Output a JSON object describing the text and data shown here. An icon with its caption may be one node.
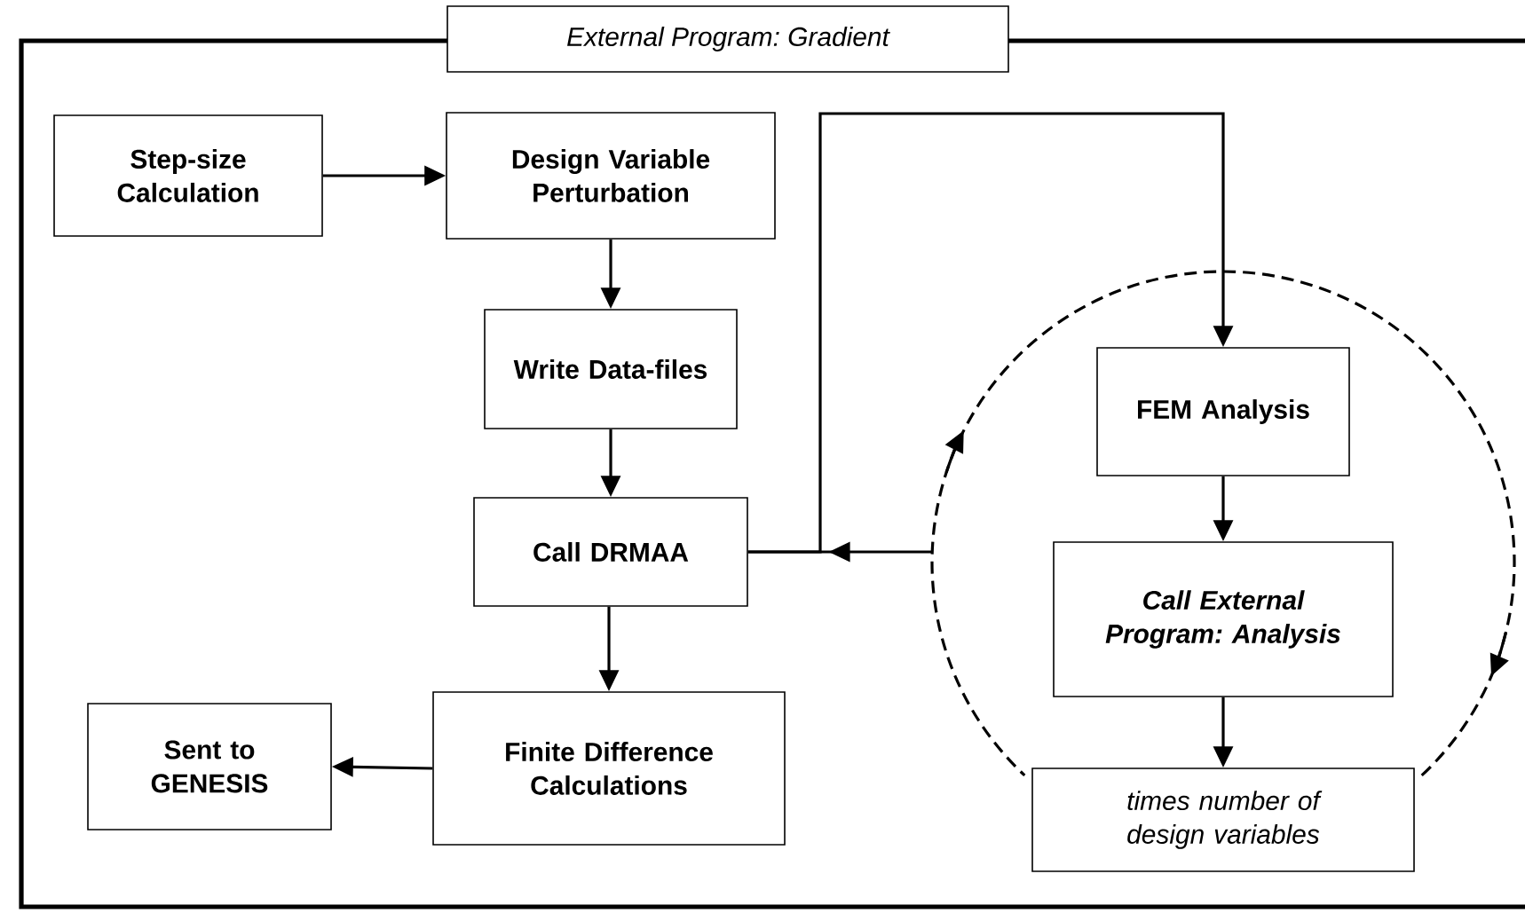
{
  "diagram": {
    "nodes": [
      {
        "text": [
          "External Program: Gradient"
        ]
      },
      {
        "text": [
          "Step-size Calculation"
        ],
        "in": 0
      },
      {
        "text": [
          "Design Variable Perturbation"
        ],
        "in": 0
      },
      {
        "text": [
          "Write Data-files"
        ],
        "in": 0
      },
      {
        "text": [
          "Call DRMAA"
        ],
        "in": 0
      },
      {
        "text": [
          "Finite Difference Calculations"
        ],
        "in": 0
      },
      {
        "text": [
          "Sent to GENESIS"
        ],
        "in": 0
      },
      {
        "text": [],
        "shape": "circle",
        "in": 0
      },
      {
        "text": [
          "FEM Analysis"
        ],
        "in": 7
      },
      {
        "text": [
          "Call External Program: Analysis"
        ],
        "in": 7
      },
      {
        "text": [
          "times number of design variables"
        ],
        "in": 0
      }
    ],
    "edges": [
      {
        "from": 1,
        "to": 2,
        "arrow": "to"
      },
      {
        "from": 2,
        "to": 3,
        "arrow": "to"
      },
      {
        "from": 3,
        "to": 4,
        "arrow": "to"
      },
      {
        "from": 4,
        "to": 5,
        "arrow": "to"
      },
      {
        "from": 5,
        "to": 6,
        "arrow": "to"
      },
      {
        "from": 4,
        "to": 8,
        "arrow": "to"
      },
      {
        "from": 7,
        "to": 4,
        "arrow": "to"
      },
      {
        "from": 8,
        "to": 9,
        "arrow": "to"
      },
      {
        "from": 9,
        "to": 10,
        "arrow": "to"
      }
    ]
  }
}
